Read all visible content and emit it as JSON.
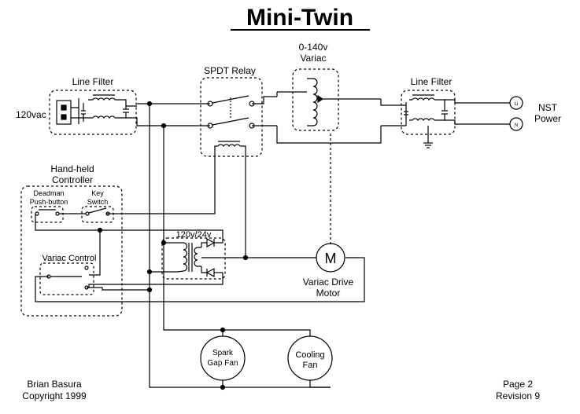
{
  "title": "Mini-Twin",
  "labels": {
    "line_filter_left": "Line Filter",
    "input_voltage": "120vac",
    "spdt_relay": "SPDT Relay",
    "variac_range": "0-140v",
    "variac": "Variac",
    "line_filter_right": "Line Filter",
    "nst": "NST",
    "power": "Power",
    "terminal_l": "Li",
    "terminal_n": "N",
    "handheld_1": "Hand-held",
    "handheld_2": "Controller",
    "deadman_1": "Deadman",
    "deadman_2": "Push-button",
    "key_1": "Key",
    "key_2": "Switch",
    "transformer": "120v/24v",
    "variac_control": "Variac Control",
    "motor_symbol": "M",
    "motor_1": "Variac Drive",
    "motor_2": "Motor",
    "spark_fan_1": "Spark",
    "spark_fan_2": "Gap Fan",
    "cooling_fan_1": "Cooling",
    "cooling_fan_2": "Fan"
  },
  "footer": {
    "author": "Brian Basura",
    "copyright": "Copyright 1999",
    "page": "Page 2",
    "revision": "Revision 9"
  }
}
